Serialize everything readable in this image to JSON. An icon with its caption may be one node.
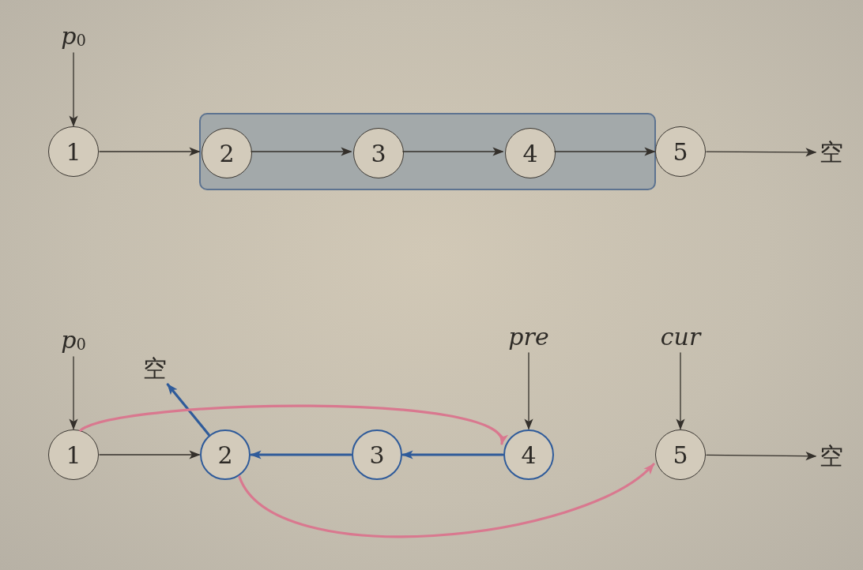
{
  "diagram": {
    "nodes": [
      {
        "text": [
          "*p*$_{0}$"
        ]
      },
      {
        "text": [
          "1"
        ]
      },
      {
        "text": [],
        "shape": "box"
      },
      {
        "text": [
          "2"
        ],
        "in": 2
      },
      {
        "text": [
          "3"
        ],
        "in": 2
      },
      {
        "text": [
          "4"
        ],
        "in": 2
      },
      {
        "text": [
          "5"
        ]
      },
      {
        "text": [
          "空"
        ]
      },
      {
        "text": [
          "*p*$_{0}$"
        ]
      },
      {
        "text": [
          "空"
        ]
      },
      {
        "text": [
          "pre"
        ]
      },
      {
        "text": [
          "cur"
        ]
      },
      {
        "text": [
          "1"
        ]
      },
      {
        "text": [
          "2"
        ]
      },
      {
        "text": [
          "3"
        ]
      },
      {
        "text": [
          "4"
        ]
      },
      {
        "text": [
          "5"
        ]
      },
      {
        "text": [
          "空"
        ]
      }
    ],
    "edges": [
      {
        "from": 0,
        "to": 1,
        "arrow": "to"
      },
      {
        "from": 1,
        "to": 3,
        "arrow": "to"
      },
      {
        "from": 3,
        "to": 4,
        "arrow": "to"
      },
      {
        "from": 4,
        "to": 5,
        "arrow": "to"
      },
      {
        "from": 5,
        "to": 6,
        "arrow": "to"
      },
      {
        "from": 6,
        "to": 7,
        "arrow": "to"
      },
      {
        "from": 8,
        "to": 12,
        "arrow": "to"
      },
      {
        "from": 10,
        "to": 15,
        "arrow": "to"
      },
      {
        "from": 11,
        "to": 16,
        "arrow": "to"
      },
      {
        "from": 12,
        "to": 13,
        "arrow": "to"
      },
      {
        "from": 13,
        "to": 9,
        "arrow": "to",
        "color": "#2f5b9a",
        "style": "thick"
      },
      {
        "from": 14,
        "to": 13,
        "arrow": "to",
        "color": "#2f5b9a",
        "style": "thick"
      },
      {
        "from": 15,
        "to": 14,
        "arrow": "to",
        "color": "#2f5b9a",
        "style": "thick"
      },
      {
        "from": 16,
        "to": 17,
        "arrow": "to"
      },
      {
        "from": 12,
        "to": 15,
        "arrow": "to",
        "color": "#d9788f",
        "style": "thick"
      },
      {
        "from": 13,
        "to": 16,
        "arrow": "to",
        "color": "#d9788f",
        "style": "thick"
      }
    ]
  }
}
